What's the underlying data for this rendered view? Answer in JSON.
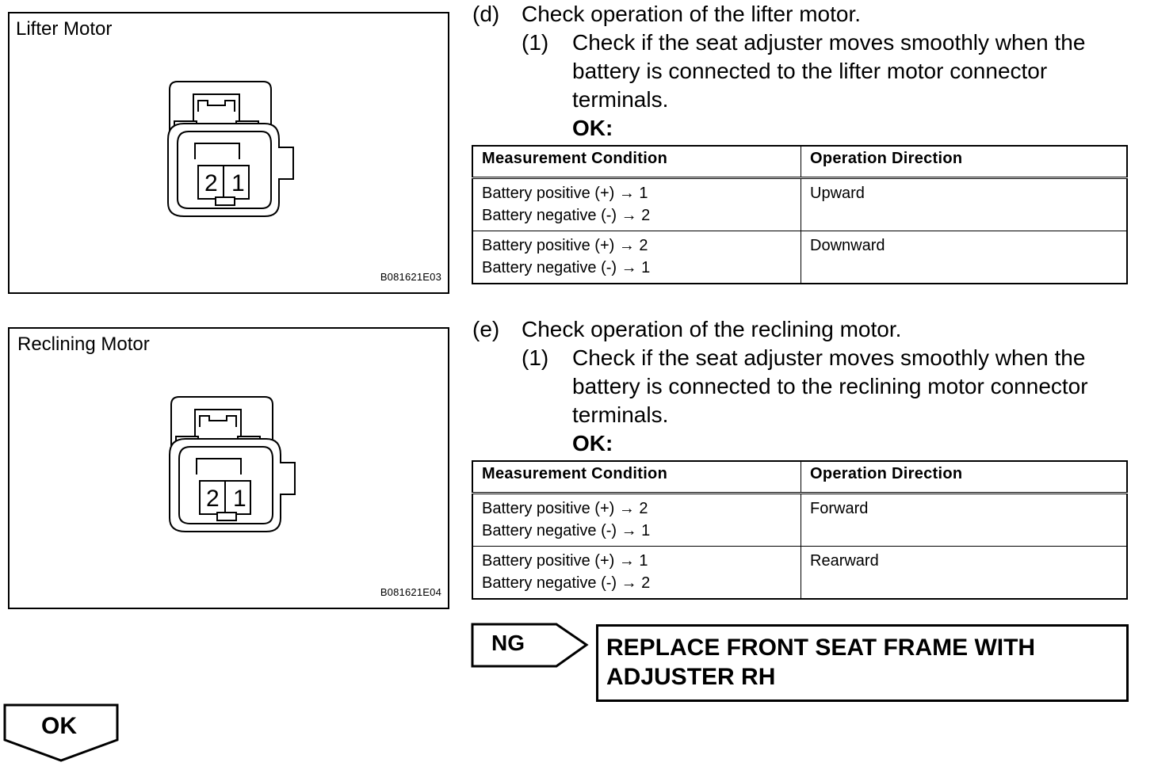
{
  "figures": [
    {
      "title": "Lifter Motor",
      "code": "B081621E03",
      "pins": [
        "2",
        "1"
      ]
    },
    {
      "title": "Reclining Motor",
      "code": "B081621E04",
      "pins": [
        "2",
        "1"
      ]
    }
  ],
  "steps": [
    {
      "label": "(d)",
      "text": "Check operation of the lifter motor.",
      "sub_label": "(1)",
      "sub_text": "Check if the seat adjuster moves smoothly when the battery is connected to the lifter motor connector terminals.",
      "ok_label": "OK:",
      "table": {
        "headers": [
          "Measurement Condition",
          "Operation Direction"
        ],
        "rows": [
          {
            "condition": [
              "Battery positive (+) → 1",
              "Battery negative (-) → 2"
            ],
            "direction": "Upward"
          },
          {
            "condition": [
              "Battery positive (+) → 2",
              "Battery negative (-) → 1"
            ],
            "direction": "Downward"
          }
        ]
      }
    },
    {
      "label": "(e)",
      "text": "Check operation of the reclining motor.",
      "sub_label": "(1)",
      "sub_text": "Check if the seat adjuster moves smoothly when the battery is connected to the reclining motor connector terminals.",
      "ok_label": "OK:",
      "table": {
        "headers": [
          "Measurement Condition",
          "Operation Direction"
        ],
        "rows": [
          {
            "condition": [
              "Battery positive (+) → 2",
              "Battery negative (-) → 1"
            ],
            "direction": "Forward"
          },
          {
            "condition": [
              "Battery positive (+) → 1",
              "Battery negative (-) → 2"
            ],
            "direction": "Rearward"
          }
        ]
      }
    }
  ],
  "ng_flow": {
    "label": "NG",
    "result": [
      "REPLACE FRONT SEAT FRAME WITH",
      "ADJUSTER RH"
    ]
  },
  "ok_flow": {
    "label": "OK"
  }
}
